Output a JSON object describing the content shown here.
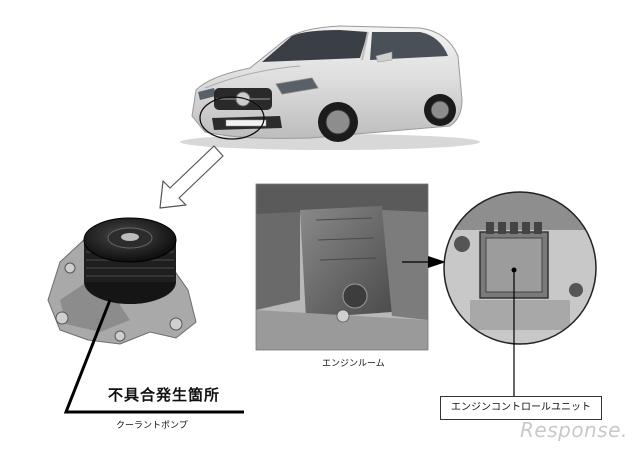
{
  "labels": {
    "defect_location": "不具合発生箇所",
    "coolant_pump": "クーラントポンプ",
    "engine_room": "エンジンルーム",
    "engine_control_unit": "エンジンコントロールユニット"
  },
  "watermark": "Response.",
  "icons": {
    "car": "car-illustration",
    "pump": "coolant-pump-photo",
    "engine": "engine-room-photo",
    "ecu": "ecu-detail-photo",
    "arrow": "hollow-arrow"
  }
}
